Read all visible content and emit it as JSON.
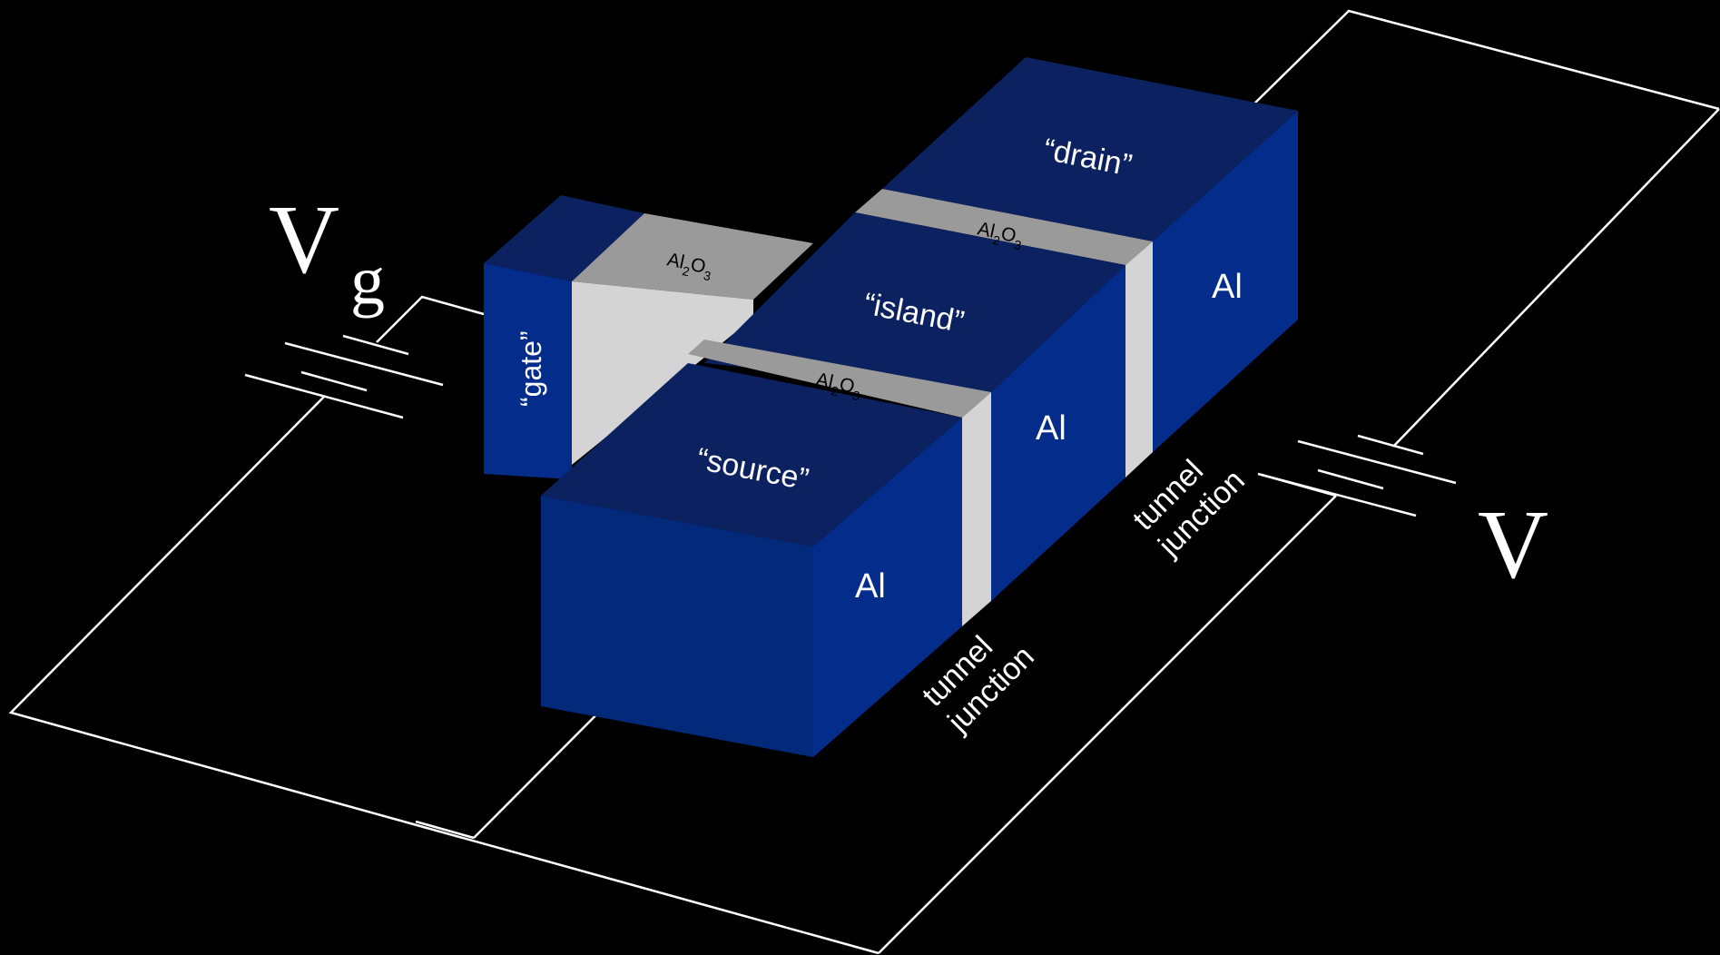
{
  "labels": {
    "gate": "“gate”",
    "drain": "“drain”",
    "island": "“island”",
    "source": "“source”",
    "al_drain": "Al",
    "al_island": "Al",
    "al_source": "Al",
    "oxide_main": "Al",
    "oxide_sub": "2",
    "oxide_o": "O",
    "oxide_o_sub": "3",
    "tunnel_1_line1": "tunnel",
    "tunnel_1_line2": "junction",
    "tunnel_2_line1": "tunnel",
    "tunnel_2_line2": "junction",
    "vg_main": "V",
    "vg_sub": "g",
    "v_main": "V"
  },
  "colors": {
    "background": "#000000",
    "top_face": "#0b2160",
    "front_face": "#02297a",
    "side_face": "#042c8a",
    "oxide_top": "#9a9a9a",
    "oxide_face": "#d4d4d4",
    "wire": "#ffffff"
  }
}
